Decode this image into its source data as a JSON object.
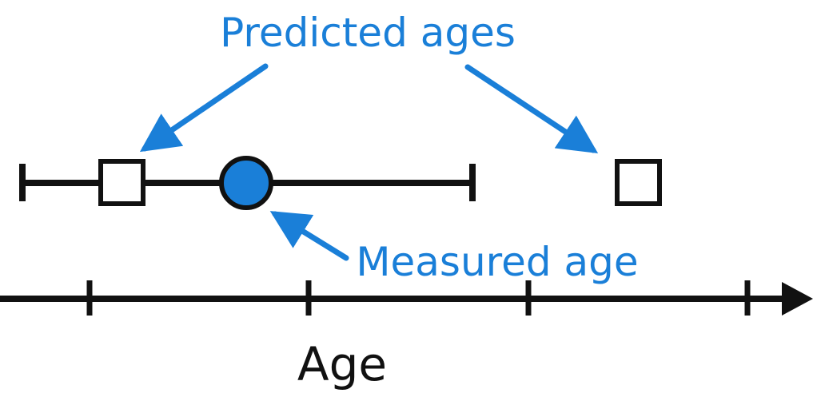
{
  "labels": {
    "predicted": "Predicted ages",
    "measured": "Measured age",
    "axis": "Age"
  },
  "colors": {
    "accent": "#1a7fd8",
    "marker_fill": "#1a7fd8",
    "stroke": "#111111",
    "background": "#ffffff"
  }
}
